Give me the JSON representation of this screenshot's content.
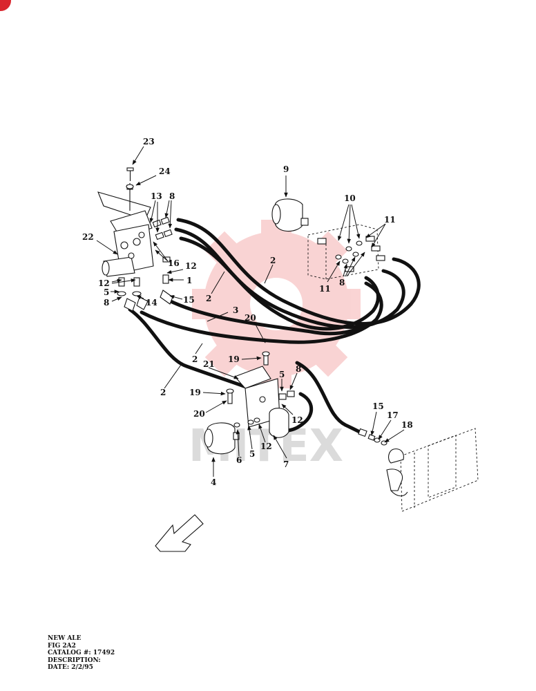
{
  "watermark": {
    "text": "MITEX",
    "color": "#e83a3a"
  },
  "colors": {
    "line": "#111111",
    "badge": "#d9262e"
  },
  "callouts": [
    {
      "id": "c23",
      "text": "23"
    },
    {
      "id": "c24",
      "text": "24"
    },
    {
      "id": "c13",
      "text": "13"
    },
    {
      "id": "c8a",
      "text": "8"
    },
    {
      "id": "c22",
      "text": "22"
    },
    {
      "id": "c16",
      "text": "16"
    },
    {
      "id": "c12a",
      "text": "12"
    },
    {
      "id": "c1",
      "text": "1"
    },
    {
      "id": "c12b",
      "text": "12"
    },
    {
      "id": "c5a",
      "text": "5"
    },
    {
      "id": "c8b",
      "text": "8"
    },
    {
      "id": "c14",
      "text": "14"
    },
    {
      "id": "c15a",
      "text": "15"
    },
    {
      "id": "c9",
      "text": "9"
    },
    {
      "id": "c10",
      "text": "10"
    },
    {
      "id": "c11a",
      "text": "11"
    },
    {
      "id": "c11b",
      "text": "11"
    },
    {
      "id": "c8c",
      "text": "8"
    },
    {
      "id": "c2a",
      "text": "2"
    },
    {
      "id": "c2b",
      "text": "2"
    },
    {
      "id": "c3",
      "text": "3"
    },
    {
      "id": "c20a",
      "text": "20"
    },
    {
      "id": "c19a",
      "text": "19"
    },
    {
      "id": "c2c",
      "text": "2"
    },
    {
      "id": "c21",
      "text": "21"
    },
    {
      "id": "c2d",
      "text": "2"
    },
    {
      "id": "c5b",
      "text": "5"
    },
    {
      "id": "c8d",
      "text": "8"
    },
    {
      "id": "c19b",
      "text": "19"
    },
    {
      "id": "c20b",
      "text": "20"
    },
    {
      "id": "c12c",
      "text": "12"
    },
    {
      "id": "c12d",
      "text": "12"
    },
    {
      "id": "c6",
      "text": "6"
    },
    {
      "id": "c5c",
      "text": "5"
    },
    {
      "id": "c7",
      "text": "7"
    },
    {
      "id": "c4",
      "text": "4"
    },
    {
      "id": "c15b",
      "text": "15"
    },
    {
      "id": "c17",
      "text": "17"
    },
    {
      "id": "c18",
      "text": "18"
    }
  ],
  "footer": {
    "line1": "NEW ALE",
    "line2": "FIG  2A2",
    "line3": "CATALOG #: 17492",
    "line4": "DESCRIPTION:",
    "line5": "DATE: 2/2/95"
  }
}
